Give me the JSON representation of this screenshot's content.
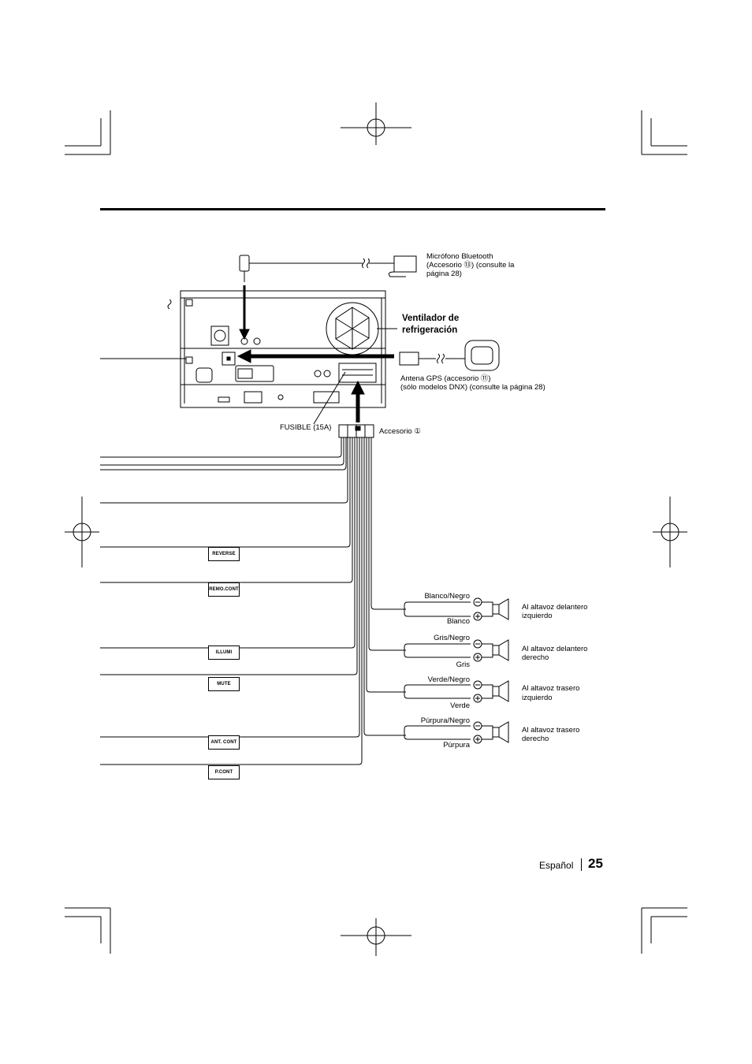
{
  "labels": {
    "microphone": [
      "Micrófono Bluetooth",
      "(Accesorio ⑬) (consulte la",
      "página 28)"
    ],
    "fan": [
      "Ventilador de",
      "refrigeración"
    ],
    "gps": [
      "Antena GPS (accesorio ⑪)",
      "(sólo modelos DNX) (consulte la página 28)"
    ],
    "fuse": "FUSIBLE (15A)",
    "accessory": "Accesorio ①"
  },
  "wire_tags": [
    "REVERSE",
    "REMO.CONT",
    "ILLUMI",
    "MUTE",
    "ANT. CONT",
    "P.CONT"
  ],
  "speakers": [
    {
      "neg": "Blanco/Negro",
      "pos": "Blanco",
      "target": [
        "Al altavoz delantero",
        "izquierdo"
      ]
    },
    {
      "neg": "Gris/Negro",
      "pos": "Gris",
      "target": [
        "Al altavoz delantero",
        "derecho"
      ]
    },
    {
      "neg": "Verde/Negro",
      "pos": "Verde",
      "target": [
        "Al altavoz trasero",
        "izquierdo"
      ]
    },
    {
      "neg": "Púrpura/Negro",
      "pos": "Púrpura",
      "target": [
        "Al altavoz trasero",
        "derecho"
      ]
    }
  ],
  "footer": {
    "language": "Español",
    "page_number": "25"
  }
}
